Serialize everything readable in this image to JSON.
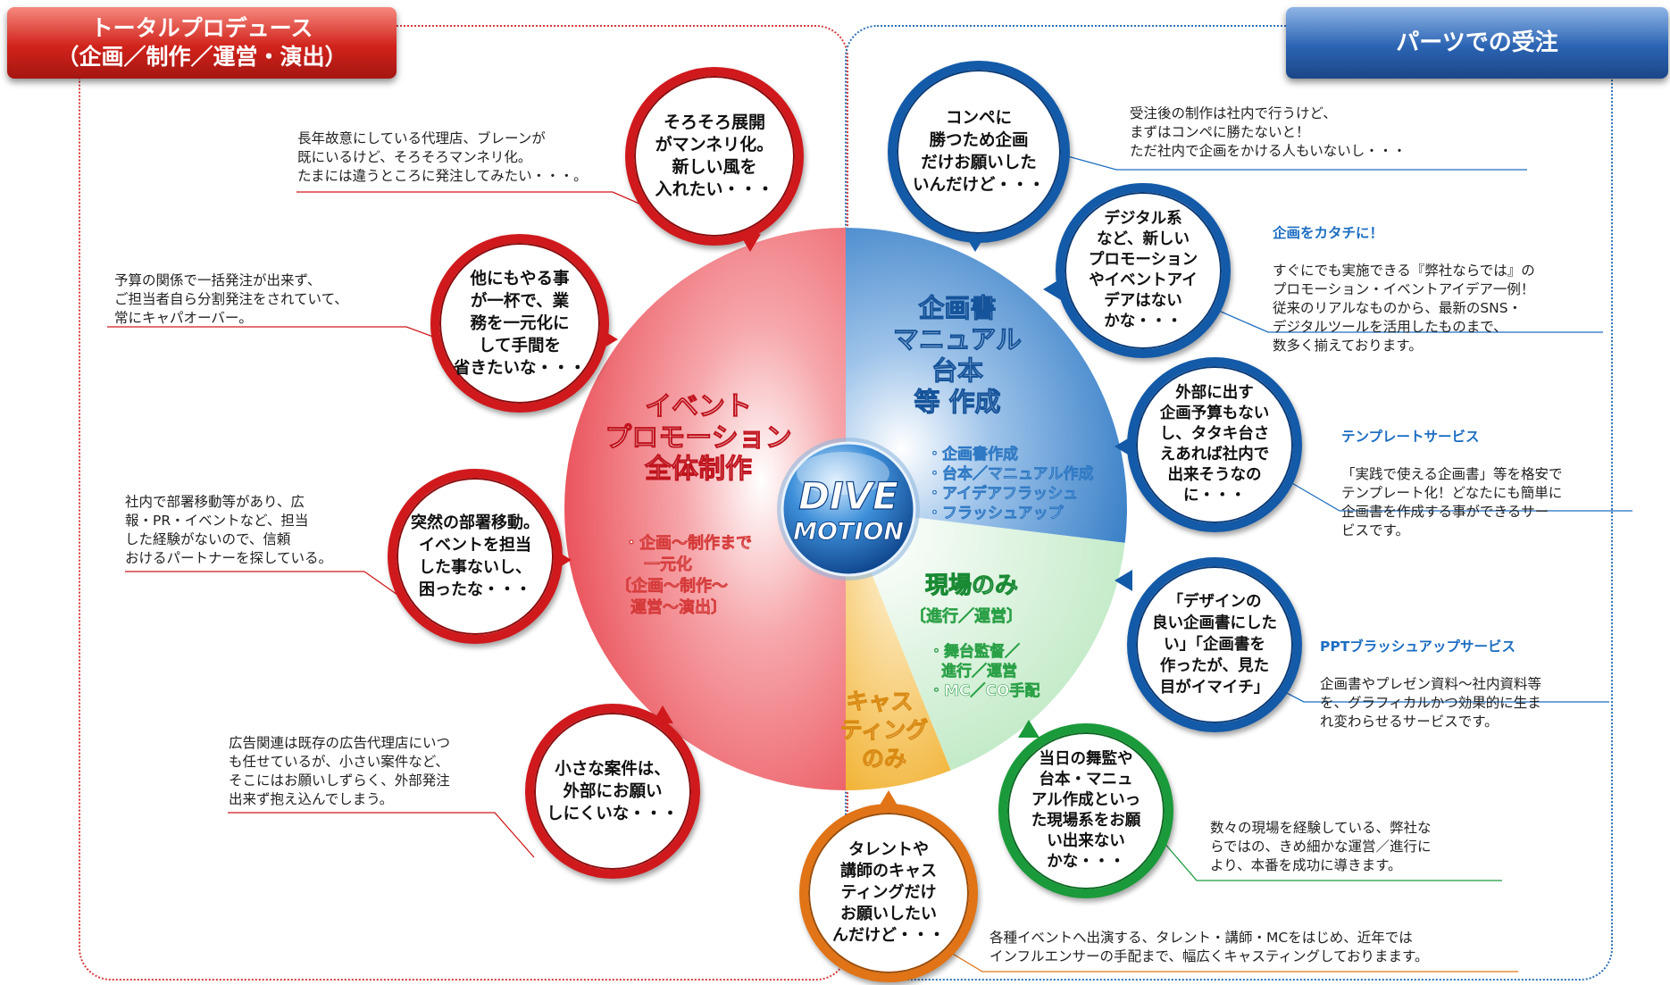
{
  "headers": {
    "left_line1": "トータルプロデュース",
    "left_line2": "（企画／制作／運営・演出）",
    "right": "パーツでの受注"
  },
  "center_logo": {
    "line1": "DIVE",
    "line2": "MOTION"
  },
  "segments": {
    "event": {
      "title_lines": [
        "イベント",
        "プロモーション",
        "全体制作"
      ],
      "items": [
        "・企画～制作まで",
        "一元化",
        "〔企画～制作～",
        "運営～演出〕"
      ],
      "color": "#e8414b"
    },
    "planning": {
      "title_lines": [
        "企画書",
        "マニュアル",
        "台本",
        "等 作成"
      ],
      "items": [
        "・企画書作成",
        "・台本／マニュアル作成",
        "・アイデアフラッシュ",
        "・フラッシュアップ"
      ],
      "color": "#2f79c4"
    },
    "field": {
      "title": "現場のみ",
      "subtitle": "〔進行／運営〕",
      "items": [
        "・舞台監督／",
        "進行／運営",
        "・MC／CO手配"
      ],
      "color": "#7fd08a"
    },
    "casting": {
      "title_lines": [
        "キャス",
        "ティング",
        "のみ"
      ],
      "color": "#f2b53a"
    }
  },
  "bubbles": {
    "left_1": "そろそろ展開\nがマンネリ化。\n新しい風を\n入れたい・・・",
    "left_2": "他にもやる事\nが一杯で、業\n務を一元化に\nして手間を\n省きたいな・・・",
    "left_3": "突然の部署移動。\nイベントを担当\nした事ないし、\n困ったな・・・",
    "left_4": "小さな案件は、\n外部にお願い\nしにくいな・・・",
    "right_1": "コンペに\n勝つため企画\nだけお願いした\nいんだけど・・・",
    "right_2": "デジタル系\nなど、新しい\nプロモーション\nやイベントアイ\nデアはない\nかな・・・",
    "right_3": "外部に出す\n企画予算もない\nし、タタキ台さ\nえあれば社内で\n出来そうなの\nに・・・",
    "right_4": "「デザインの\n良い企画書にした\nい」「企画書を\n作ったが、見た\n目がイマイチ」",
    "right_5": "当日の舞監や\n台本・マニュ\nアル作成といっ\nた現場系をお願\nい出来ない\nかな・・・",
    "bottom": "タレントや\n講師のキャス\nティングだけ\nお願いしたい\nんだけど・・・"
  },
  "notes": {
    "left_1": "長年故意にしている代理店、ブレーンが\n既にいるけど、そろそろマンネリ化。\nたまには違うところに発注してみたい・・・。",
    "left_2": "予算の関係で一括発注が出来ず、\nご担当者自ら分割発注をされていて、\n常にキャパオーバー。",
    "left_3": "社内で部署移動等があり、広\n報・PR・イベントなど、担当\nした経験がないので、信頼\nおけるパートナーを探している。",
    "left_4": "広告関連は既存の広告代理店にいつ\nも任せているが、小さい案件など、\nそこにはお願いしずらく、外部発注\n出来ず抱え込んでしまう。",
    "right_1": "受注後の制作は社内で行うけど、\nまずはコンペに勝たないと！\nただ社内で企画をかける人もいないし・・・",
    "right_2_title": "企画をカタチに！",
    "right_2": "すぐにでも実施できる『弊社ならでは』の\nプロモーション・イベントアイデア一例！\n従来のリアルなものから、最新のSNS・\nデジタルツールを活用したものまで、\n数多く揃えております。",
    "right_3_title": "テンプレートサービス",
    "right_3": "「実践で使える企画書」等を格安で\nテンプレート化！どなたにも簡単に\n企画書を作成する事ができるサー\nビスです。",
    "right_4_title": "PPTブラッシュアップサービス",
    "right_4": "企画書やプレゼン資料～社内資料等\nを、グラフィカルかつ効果的に生ま\nれ変わらせるサービスです。",
    "right_5": "数々の現場を経験している、弊社な\nらではの、きめ細かな運営／進行に\nより、本番を成功に導きます。",
    "bottom": "各種イベントへ出演する、タレント・講師・MCをはじめ、近年では\nインフルエンサーの手配まで、幅広くキャスティングしておりまます。"
  },
  "colors": {
    "red": "#d0191c",
    "blue": "#135aa8",
    "green": "#1a9a3a",
    "orange": "#e07416",
    "note_title": "#1d6ec2"
  }
}
